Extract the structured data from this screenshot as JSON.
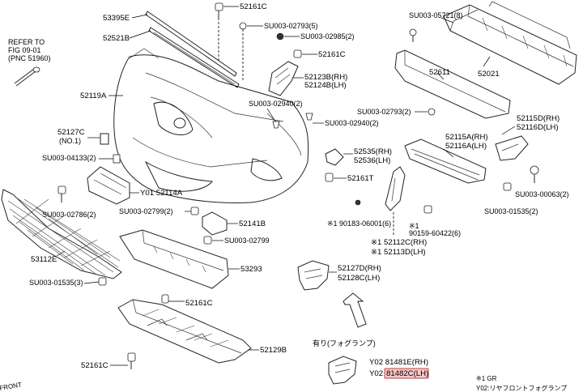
{
  "refer": {
    "line1": "REFER TO",
    "line2": "FIG 09-01",
    "line3": "(PNC 51960)"
  },
  "labels": {
    "p53395E": "53395E",
    "p52521B": "52521B",
    "p52161C_top": "52161C",
    "su02793_5": "SU003-02793(5)",
    "su02985_2": "SU003-02985(2)",
    "p52161C_mid": "52161C",
    "p52123B": "52123B(RH)",
    "p52124B": "52124B(LH)",
    "su05721_8": "SU003-05721(8)",
    "p53395E_dummy": "",
    "p52611": "52611",
    "p52021": "52021",
    "p52119A": "52119A",
    "su02940_a": "SU003-02940(2)",
    "su02940_b": "SU003-02940(2)",
    "su02793_2": "SU003-02793(2)",
    "p52115D": "52115D(RH)",
    "p52116D": "52116D(LH)",
    "p52127C": "52127C",
    "p52127C_no": "(NO.1)",
    "p52115A": "52115A(RH)",
    "p52116A": "52116A(LH)",
    "p52535": "52535(RH)",
    "p52536": "52536(LH)",
    "su04133_2": "SU003-04133(2)",
    "p52161T": "52161T",
    "y01_52114A": "Y01  52114A",
    "su00063_2": "SU003-00063(2)",
    "su02786_2": "SU003-02786(2)",
    "su02799_2": "SU003-02799(2)",
    "su01535_2": "SU003-01535(2)",
    "p52141B": "52141B",
    "note_90183": "※1  90183-06001(6)",
    "note_90159_mark": "※1",
    "note_90159": "90159-60422(6)",
    "su02799": "SU003-02799",
    "p53112E": "53112E",
    "p52112C": "※1  52112C(RH)",
    "p52113D": "※1  52113D(LH)",
    "p53293": "53293",
    "p52127D": "52127D(RH)",
    "p52128C": "52128C(LH)",
    "su01535_3": "SU003-01535(3)",
    "p52161C_low": "52161C",
    "p52129B": "52129B",
    "p52161C_bot": "52161C",
    "fog_note": "有り(フォグランプ)",
    "y02_81481E": "Y02  81481E(RH)",
    "y02_prefix": "Y02",
    "y02_81482C": "81482C(LH)",
    "corner_note": "※1 GR",
    "corner_note2": "Y02:リヤフロントフォグランプ",
    "front": "FRONT"
  },
  "highlight_color": "#d43b3b"
}
